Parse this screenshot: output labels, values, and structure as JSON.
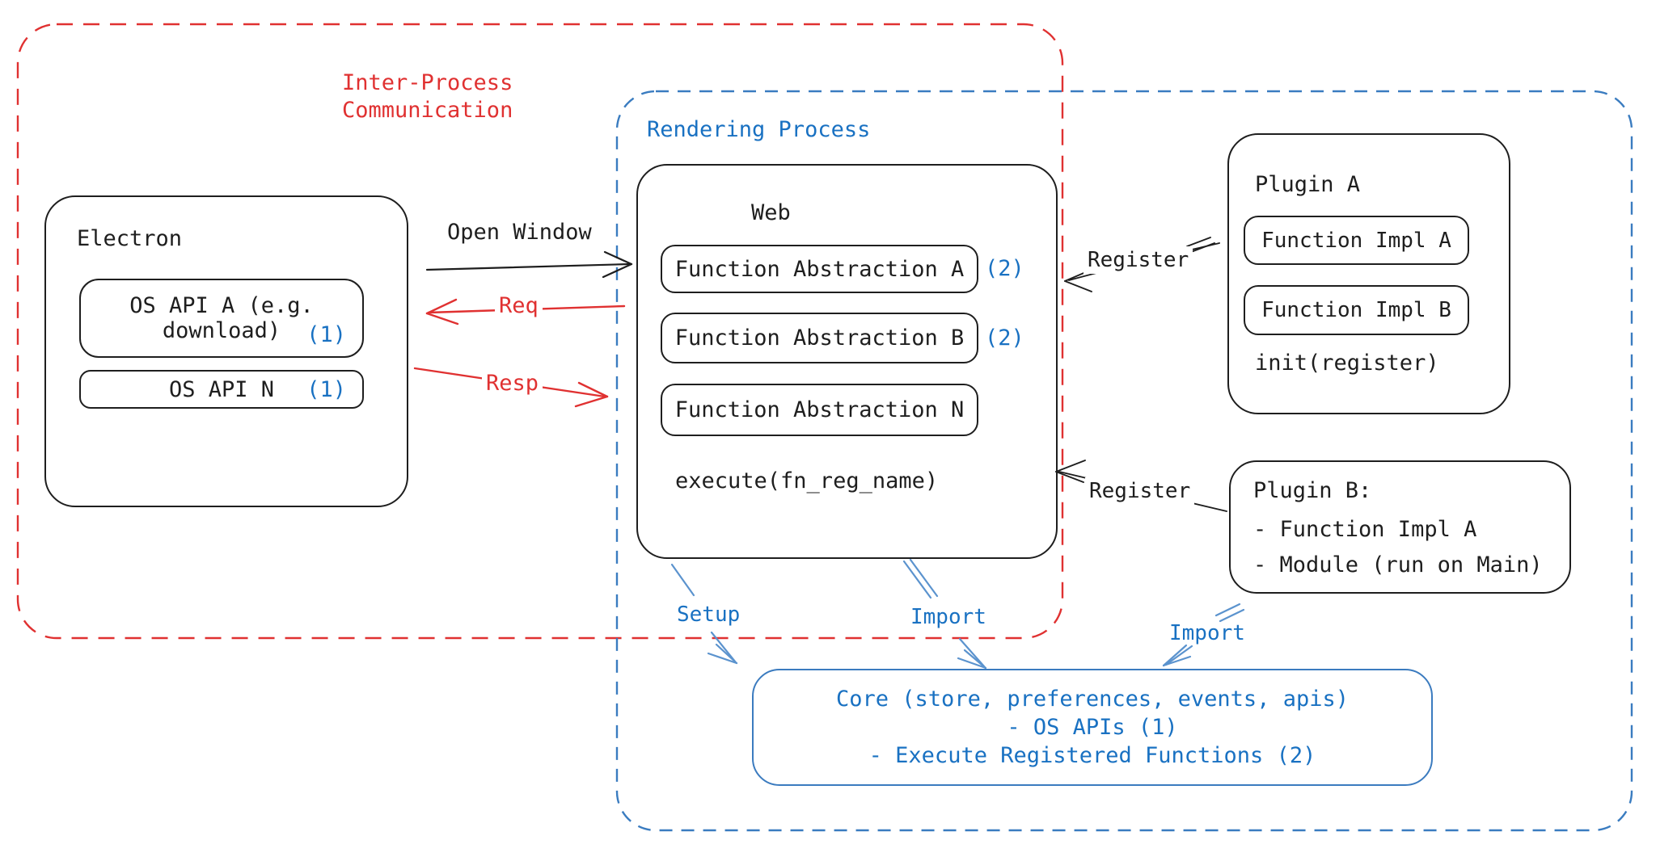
{
  "colors": {
    "red": "#e03131",
    "blue": "#1971c2",
    "arrow_blue": "#5b93ce",
    "black": "#1e1e1e",
    "core_border": "#3b7bbf"
  },
  "ipc_region": {
    "title_line1": "Inter-Process",
    "title_line2": "Communication"
  },
  "rendering_region": {
    "title": "Rendering Process"
  },
  "electron": {
    "title": "Electron",
    "os_api_a_line1": "OS API A (e.g.",
    "os_api_a_line2": "download)",
    "os_api_a_badge": "(1)",
    "os_api_n_label": "OS API N",
    "os_api_n_badge": "(1)"
  },
  "web": {
    "title": "Web",
    "fn_a_label": "Function Abstraction A",
    "fn_a_badge": "(2)",
    "fn_b_label": "Function Abstraction B",
    "fn_b_badge": "(2)",
    "fn_n_label": "Function Abstraction N",
    "execute_label": "execute(fn_reg_name)"
  },
  "plugin_a": {
    "title": "Plugin A",
    "impl_a_label": "Function Impl A",
    "impl_b_label": "Function Impl B",
    "init_label": "init(register)"
  },
  "plugin_b": {
    "line1": "Plugin B:",
    "line2": "- Function Impl A",
    "line3": "- Module (run on Main)"
  },
  "core": {
    "line1": "Core (store, preferences, events, apis)",
    "line2": "- OS APIs (1)",
    "line3": "- Execute Registered Functions (2)"
  },
  "edges": {
    "open_window": "Open Window",
    "req": "Req",
    "resp": "Resp",
    "register_top": "Register",
    "register_bottom": "Register",
    "setup": "Setup",
    "import_web": "Import",
    "import_plugin_b": "Import"
  }
}
